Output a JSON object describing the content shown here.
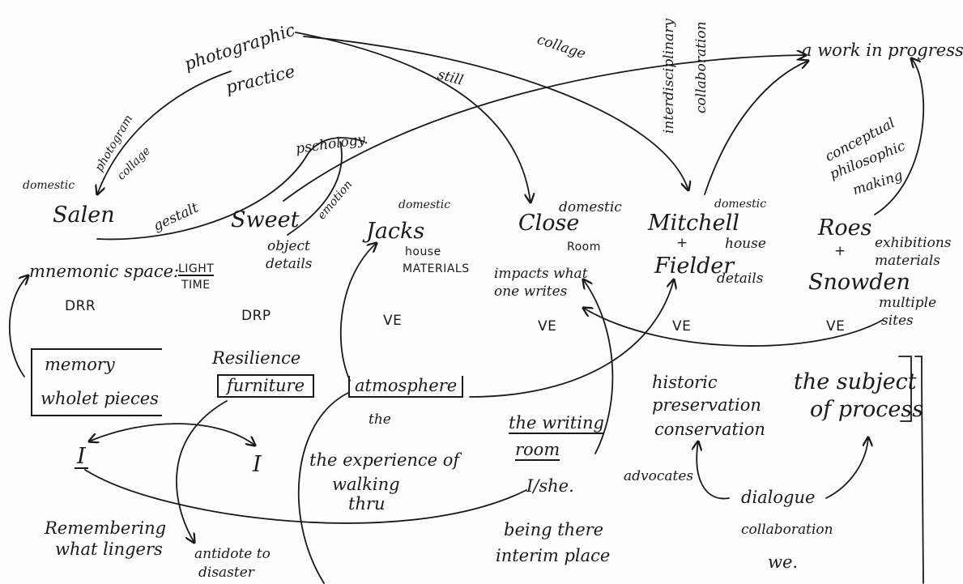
{
  "nodes": {
    "salen": "Salen",
    "sweet": "Sweet",
    "jacks": "Jacks",
    "close": "Close",
    "mitchell": "Mitchell",
    "plus1": "+",
    "fielder": "Fielder",
    "roes": "Roes",
    "plus2": "+",
    "snowden": "Snowden"
  },
  "labels": {
    "photographic_practice_1": "photographic",
    "photographic_practice_2": "practice",
    "photogram": "photogram",
    "collage_left": "collage",
    "collage_top": "collage",
    "still": "still",
    "interdisciplinary_1": "interdisciplinary",
    "interdisciplinary_2": "collaboration",
    "work_in_progress": "a work in progress",
    "conceptual_1": "conceptual",
    "conceptual_2": "philosophic",
    "conceptual_3": "making",
    "domestic_salen": "domestic",
    "domestic_jacks": "domestic",
    "domestic_close": "domestic",
    "domestic_mitchell": "domestic",
    "gestalt": "gestalt",
    "pschology": "pschology.",
    "emotion": "emotion",
    "object_details_1": "object",
    "object_details_2": "details",
    "house_jacks": "house",
    "materials_jacks": "MATERIALS",
    "room_close": "Room",
    "impacts_1": "impacts what",
    "impacts_2": "one writes",
    "house_mitchell": "house",
    "details_mitchell": "details",
    "exhibitions_1": "exhibitions",
    "exhibitions_2": "materials",
    "multiple_sites_1": "multiple",
    "multiple_sites_2": "sites",
    "mnemonic": "mnemonic space:",
    "light": "LIGHT",
    "time": "TIME",
    "drr": "DRR",
    "drp": "DRP",
    "ve1": "VE",
    "ve2": "VE",
    "ve3": "VE",
    "ve4": "VE",
    "memory": "memory",
    "wholet_pieces": "wholet pieces",
    "resilience": "Resilience",
    "furniture": "furniture",
    "atmosphere": "atmosphere",
    "the": "the",
    "experience_1": "the experience of",
    "experience_2": "walking",
    "experience_3": "thru",
    "writing_room_1": "the writing",
    "writing_room_2": "room",
    "i_she": "I/she.",
    "being_there_1": "being there",
    "being_there_2": "interim place",
    "historic_1": "historic",
    "historic_2": "preservation",
    "historic_3": "conservation",
    "subject_1": "the subject",
    "subject_2": "of process",
    "advocates": "advocates",
    "dialogue": "dialogue",
    "collaboration": "collaboration",
    "we": "we.",
    "i_left": "I",
    "i_mid": "I",
    "remembering_1": "Remembering",
    "remembering_2": "what lingers",
    "antidote_1": "antidote to",
    "antidote_2": "disaster"
  }
}
